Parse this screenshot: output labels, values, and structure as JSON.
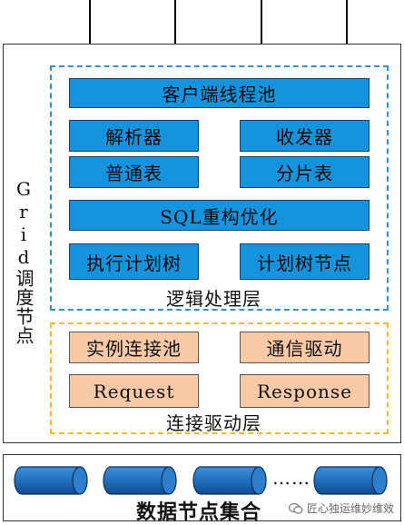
{
  "diagram": {
    "scheduler_label": "Grid调度节点",
    "logic_layer": {
      "label": "逻辑处理层",
      "blocks": {
        "client_pool": "客户端线程池",
        "parser": "解析器",
        "transceiver": "收发器",
        "normal_table": "普通表",
        "shard_table": "分片表",
        "sql_optimizer": "SQL重构优化",
        "exec_plan_tree": "执行计划树",
        "plan_tree_node": "计划树节点"
      }
    },
    "connection_layer": {
      "label": "连接驱动层",
      "blocks": {
        "instance_pool": "实例连接池",
        "comm_driver": "通信驱动",
        "request": "Request",
        "response": "Response"
      }
    },
    "data_nodes": {
      "label": "数据节点集合",
      "ellipsis": "……"
    },
    "watermark": "匠心独运维妙维效",
    "colors": {
      "blue_block": "#1593dd",
      "orange_block": "#f8c9a7",
      "blue_dash": "#2e8fd6",
      "yellow_dash": "#f0bd2a"
    }
  }
}
